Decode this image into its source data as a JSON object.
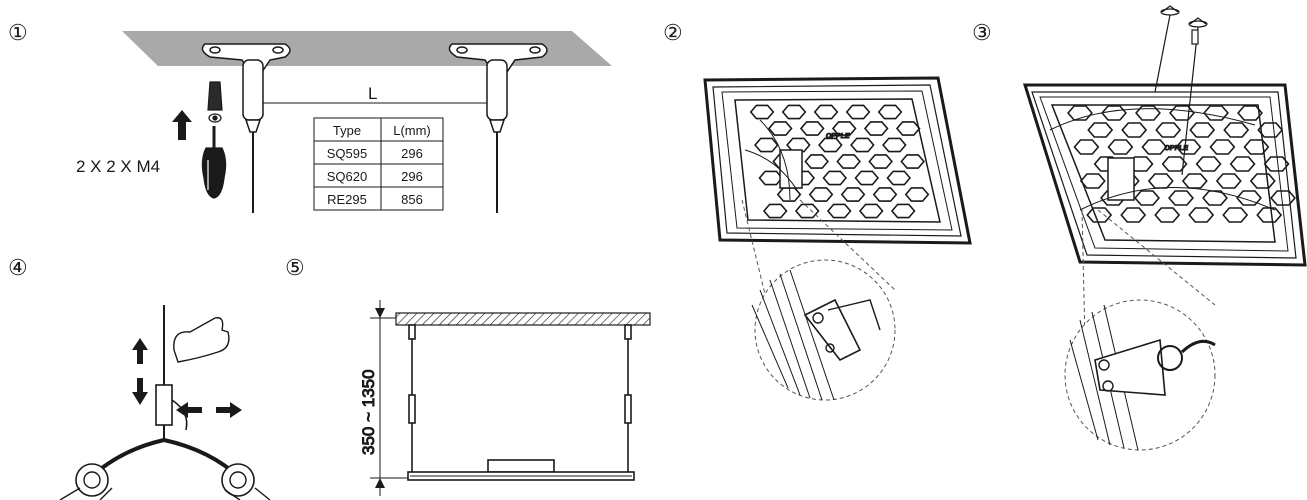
{
  "steps": [
    {
      "number": "①"
    },
    {
      "number": "②"
    },
    {
      "number": "③"
    },
    {
      "number": "④"
    },
    {
      "number": "⑤"
    }
  ],
  "step1": {
    "screw_label": "2 X 2 X M4",
    "dimension_label": "L",
    "table": {
      "headers": [
        "Type",
        "L(mm)"
      ],
      "rows": [
        [
          "SQ595",
          "296"
        ],
        [
          "SQ620",
          "296"
        ],
        [
          "RE295",
          "856"
        ]
      ]
    }
  },
  "panel_logo": "OPPLE",
  "step5": {
    "height_label": "350 ~ 1350"
  },
  "colors": {
    "line": "#1a1a1a",
    "ceiling": "#a9a9a9"
  }
}
